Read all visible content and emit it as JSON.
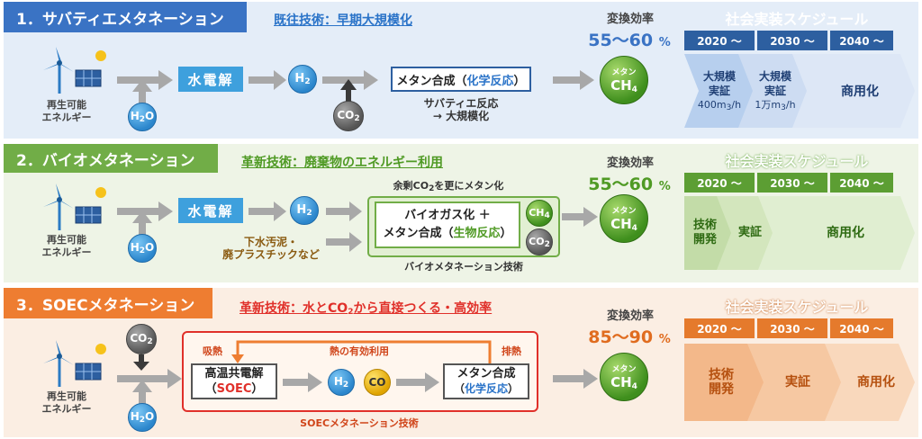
{
  "panels": [
    {
      "title": "1．サバティエメタネーション",
      "tagline": "既往技術：早期大規模化",
      "renewable_label": "再生可能\nエネルギー",
      "electrolysis": "水電解",
      "h2": "H",
      "h2_sub": "2",
      "h2o": "H",
      "h2o_sub": "2",
      "h2o_tail": "O",
      "co2": "CO",
      "co2_sub": "2",
      "synthesis_main": "メタン合成（",
      "synthesis_paren": "化学反応",
      "synthesis_close": "）",
      "reaction_note_1": "サバティエ反応",
      "reaction_note_2": "→ 大規模化",
      "efficiency_label": "変換効率",
      "efficiency_value": "55～60",
      "efficiency_unit": "%",
      "ch4_top": "メタン",
      "ch4": "CH",
      "ch4_sub": "4",
      "schedule_title": "社会実装スケジュール",
      "years": [
        "2020 ～",
        "2030 ～",
        "2040 ～"
      ],
      "stages": [
        {
          "line1": "大規模",
          "line2": "実証",
          "line3": "400m",
          "line3_sub": "3",
          "line3_tail": "/h"
        },
        {
          "line1": "大規模",
          "line2": "実証",
          "line3": "1万m",
          "line3_sub": "3",
          "line3_tail": "/h"
        },
        {
          "line1": "商用化"
        }
      ]
    },
    {
      "title": "2．バイオメタネーション",
      "tagline": "革新技術：廃棄物のエネルギー利用",
      "renewable_label": "再生可能\nエネルギー",
      "electrolysis": "水電解",
      "waste_1": "下水汚泥・",
      "waste_2": "廃プラスチックなど",
      "excess_note_a": "余剰CO",
      "excess_note_sub": "2",
      "excess_note_b": "を更にメタン化",
      "process_1": "バイオガス化 ＋",
      "process_2a": "メタン合成（",
      "process_2b": "生物反応",
      "process_2c": "）",
      "process_caption": "バイオメタネーション技術",
      "efficiency_label": "変換効率",
      "efficiency_value": "55～60",
      "efficiency_unit": "%",
      "schedule_title": "社会実装スケジュール",
      "years": [
        "2020 ～",
        "2030 ～",
        "2040 ～"
      ],
      "stages": [
        {
          "line1": "技術",
          "line2": "開発"
        },
        {
          "line1": "実証"
        },
        {
          "line1": "商用化"
        }
      ]
    },
    {
      "title": "3．SOECメタネーション",
      "tagline_a": "革新技術：水とCO",
      "tagline_sub": "2",
      "tagline_b": "から直接つくる・高効率",
      "renewable_label": "再生可能\nエネルギー",
      "heat_absorb": "吸熱",
      "heat_use": "熱の有効利用",
      "heat_exhaust": "排熱",
      "soec_1": "高温共電解",
      "soec_2a": "（",
      "soec_2b": "SOEC",
      "soec_2c": "）",
      "co": "CO",
      "synth_1": "メタン合成",
      "synth_2a": "（",
      "synth_2b": "化学反応",
      "synth_2c": "）",
      "process_caption": "SOECメタネーション技術",
      "efficiency_label": "変換効率",
      "efficiency_value": "85～90",
      "efficiency_unit": "%",
      "schedule_title": "社会実装スケジュール",
      "years": [
        "2020 ～",
        "2030 ～",
        "2040 ～"
      ],
      "stages": [
        {
          "line1": "技術",
          "line2": "開発"
        },
        {
          "line1": "実証"
        },
        {
          "line1": "商用化"
        }
      ]
    }
  ],
  "colors": {
    "panel1_title": "#3a73c4",
    "panel1_bg": "#e4edf8",
    "panel1_tag": "#2a73c8",
    "panel2_title": "#71ad47",
    "panel2_bg": "#eef4e6",
    "panel2_tag": "#4f9a24",
    "panel3_title": "#ee7d31",
    "panel3_bg": "#fbeee3",
    "panel3_tag": "#e0302a",
    "eff_1": "#3a73c4",
    "eff_2": "#4f9a24",
    "eff_3": "#e06c1f"
  }
}
